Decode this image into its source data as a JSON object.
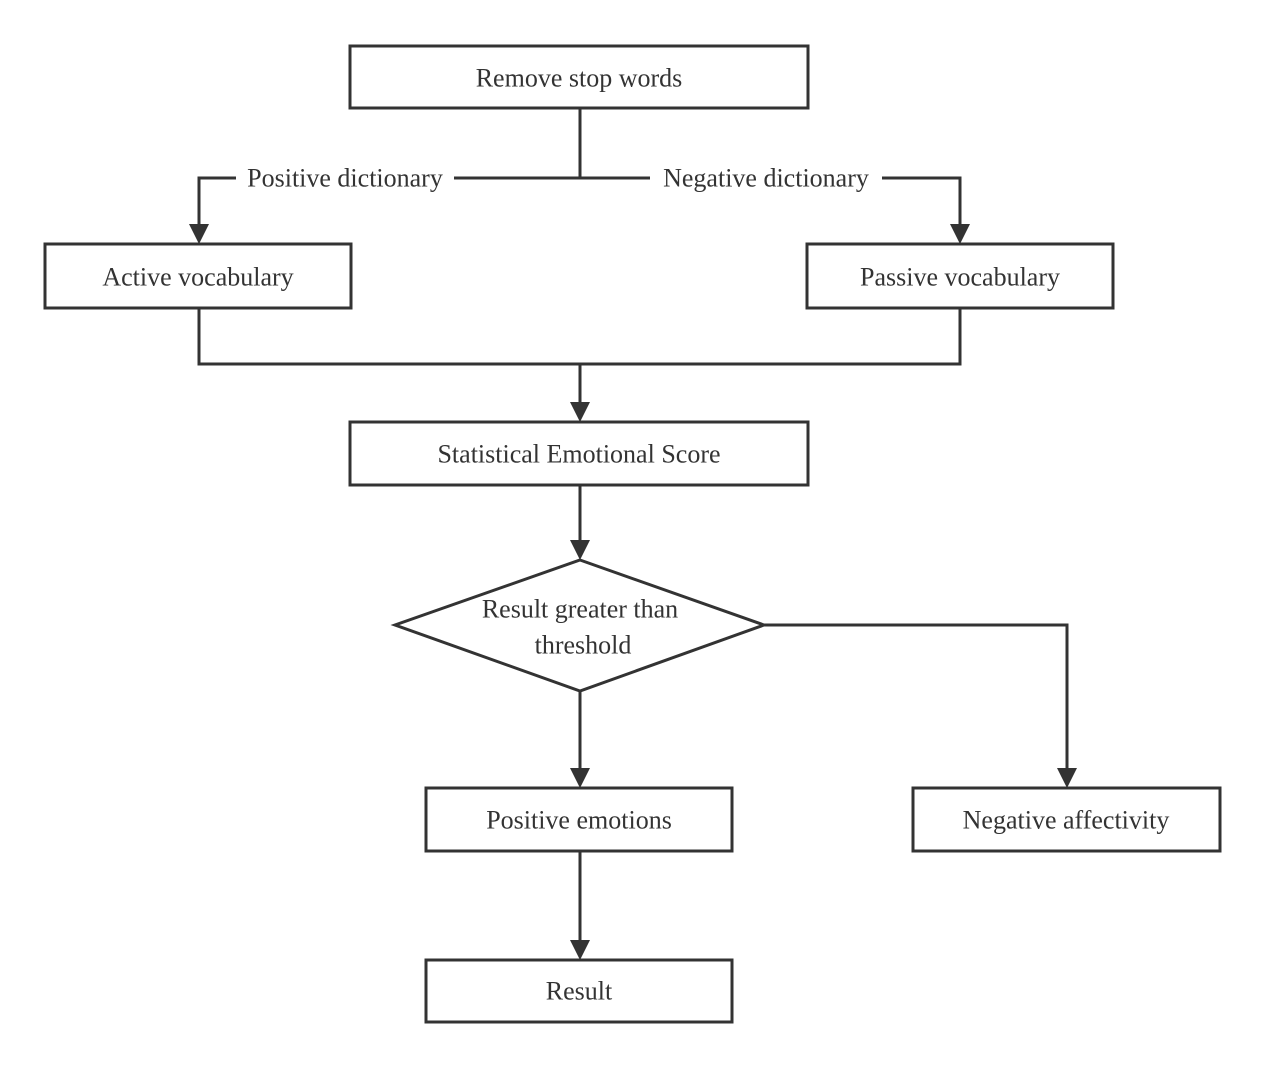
{
  "colors": {
    "stroke": "#333333",
    "background": "#ffffff",
    "text": "#333333"
  },
  "nodes": {
    "remove_stop_words": "Remove stop words",
    "active_vocabulary": "Active vocabulary",
    "passive_vocabulary": "Passive vocabulary",
    "statistical_score": "Statistical Emotional Score",
    "decision_line1": "Result greater than",
    "decision_line2": "threshold",
    "positive_emotions": "Positive emotions",
    "negative_affectivity": "Negative affectivity",
    "result": "Result"
  },
  "edge_labels": {
    "positive_dictionary": "Positive dictionary",
    "negative_dictionary": "Negative dictionary"
  }
}
